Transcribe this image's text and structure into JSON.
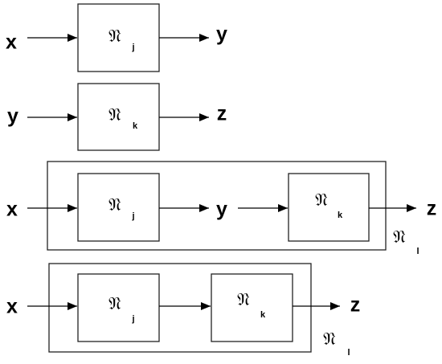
{
  "diagram": {
    "operator_symbol": "𝔑",
    "rows": [
      {
        "input": "x",
        "blocks": [
          {
            "sub": "j"
          }
        ],
        "intermediate": "",
        "output": "y",
        "composite_sub": ""
      },
      {
        "input": "y",
        "blocks": [
          {
            "sub": "k"
          }
        ],
        "intermediate": "",
        "output": "z",
        "composite_sub": ""
      },
      {
        "input": "x",
        "blocks": [
          {
            "sub": "j"
          },
          {
            "sub": "k"
          }
        ],
        "intermediate": "y",
        "output": "z",
        "composite_sub": "l"
      },
      {
        "input": "x",
        "blocks": [
          {
            "sub": "j"
          },
          {
            "sub": "k"
          }
        ],
        "intermediate": "",
        "output": "z",
        "composite_sub": "l"
      }
    ]
  }
}
